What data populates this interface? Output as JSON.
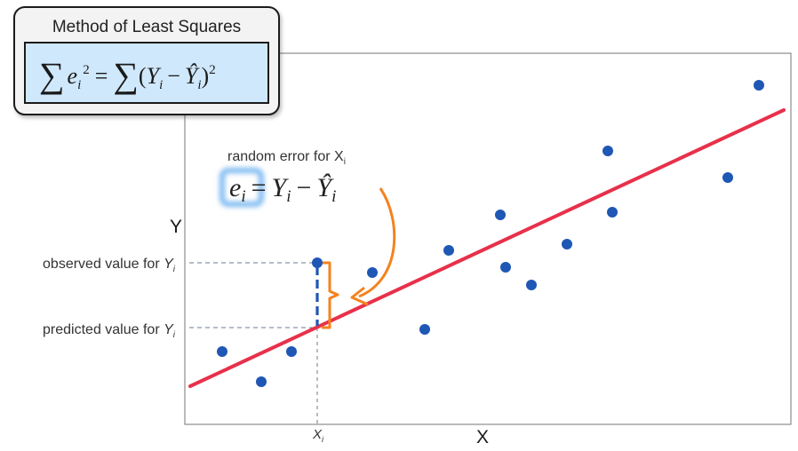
{
  "box": {
    "title": "Method of Least Squares",
    "sum_symbol": "∑",
    "e": "e",
    "sub_i": "i",
    "sq": "2",
    "equals": "=",
    "open_paren": "(",
    "y": "Y",
    "minus": "−",
    "yhat": "Ŷ",
    "close_paren": ")"
  },
  "annotation": {
    "random_error_text": "random error for X",
    "random_error_sub": "i",
    "formula_e": "e",
    "formula_sub": "i",
    "formula_equals": "=",
    "formula_y": "Y",
    "formula_minus": "−",
    "formula_yhat": "Ŷ"
  },
  "labels": {
    "y_axis": "Y",
    "x_axis": "X",
    "observed_prefix": "observed value for ",
    "predicted_prefix": "predicted value for ",
    "y_italic": "Y",
    "sub_i": "i",
    "xi_main": "X",
    "xi_sub": "i"
  },
  "colors": {
    "regression_line": "#e8304a",
    "points": "#1f57b5",
    "brace": "#f4821f",
    "arrow": "#f4821f",
    "residual_dash": "#1f57b5",
    "guide_dash": "#6b7a90",
    "box_fill": "#cfe8fb",
    "box_stroke": "#1a1a1a",
    "glow": "#7bb8f0"
  }
}
